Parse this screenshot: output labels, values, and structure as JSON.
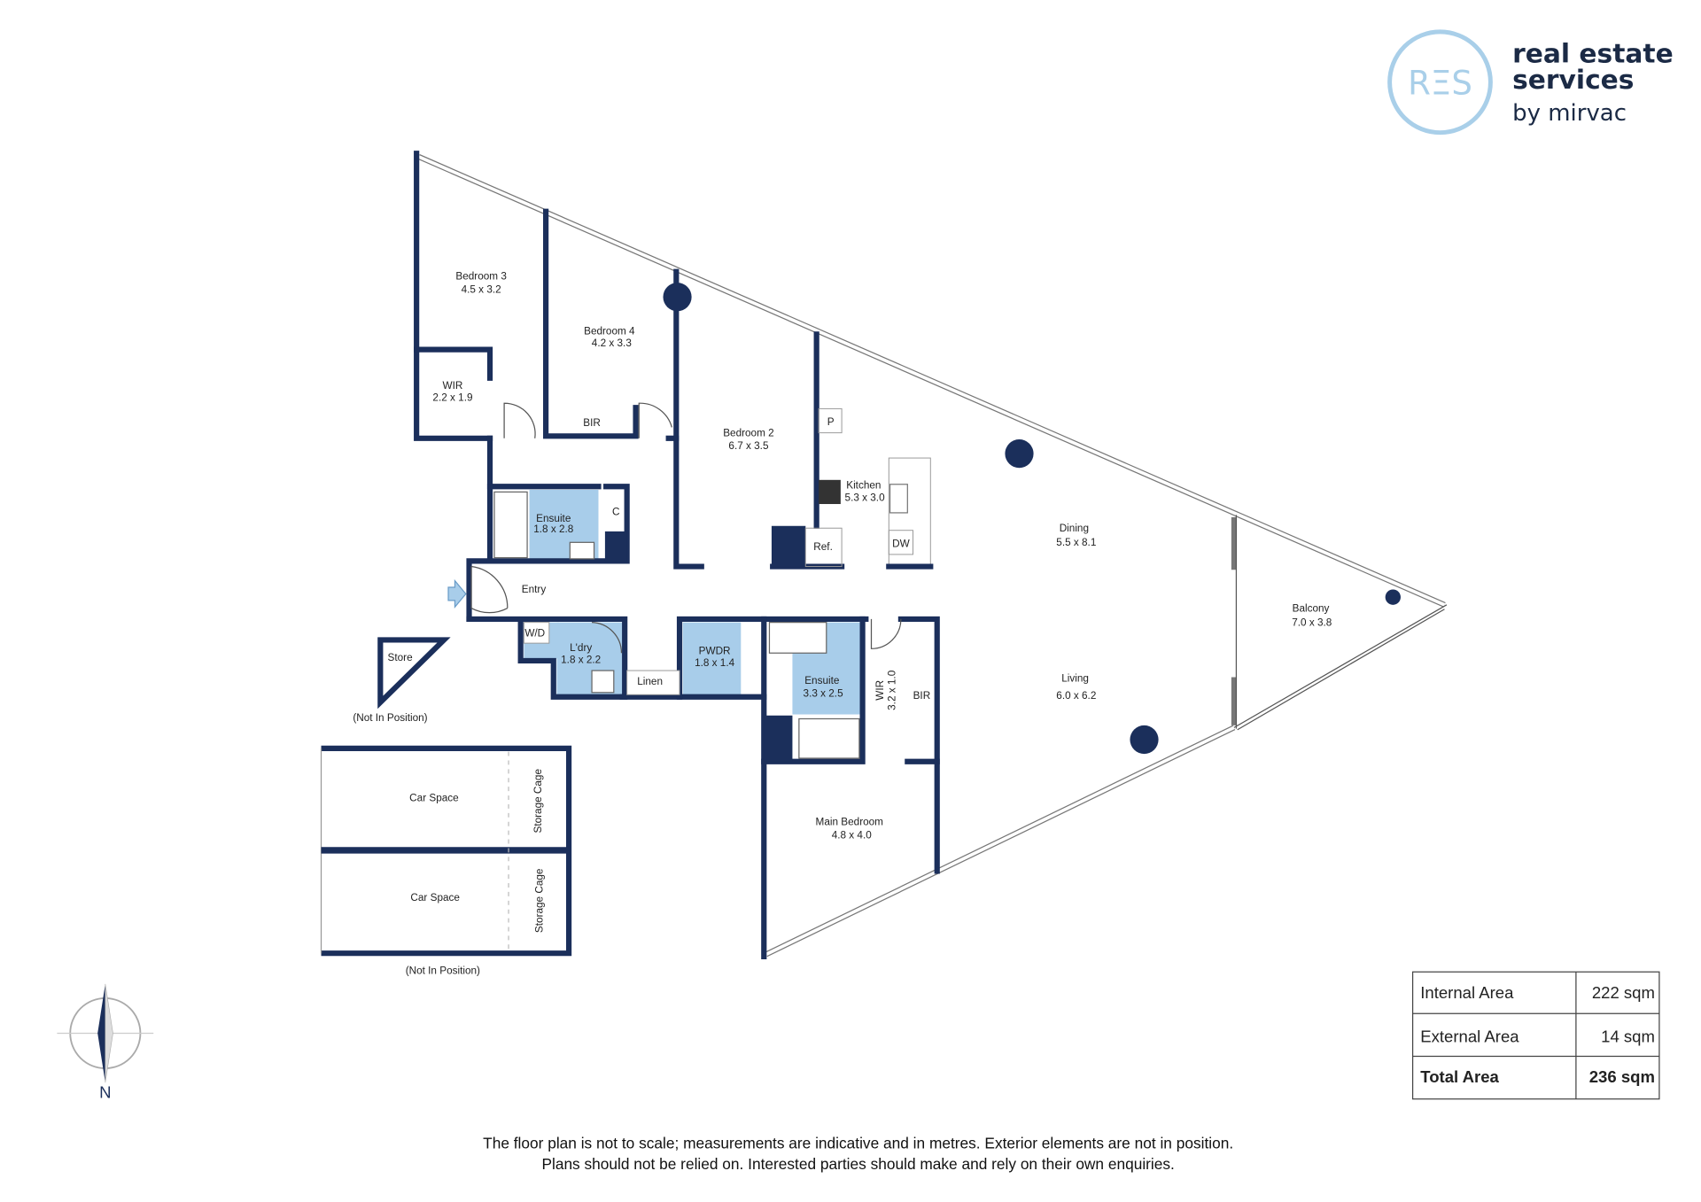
{
  "logo": {
    "mark": "RΞS",
    "line1": "real estate",
    "line2": "services",
    "line3": "by mirvac",
    "accent": "#a9cfe9",
    "text_color": "#1b2a45"
  },
  "colors": {
    "wall": "#1b2f5b",
    "wet_area": "#a8cdea"
  },
  "rooms": [
    {
      "name": "Bedroom 3",
      "dims": "4.5 x 3.2"
    },
    {
      "name": "WIR",
      "dims": "2.2 x 1.9"
    },
    {
      "name": "Bedroom 4",
      "dims": "4.2 x 3.3"
    },
    {
      "name": "Bedroom 2",
      "dims": "6.7 x 3.5"
    },
    {
      "name": "Kitchen",
      "dims": "5.3 x 3.0"
    },
    {
      "name": "Dining",
      "dims": "5.5 x 8.1"
    },
    {
      "name": "Balcony",
      "dims": "7.0 x 3.8"
    },
    {
      "name": "Ensuite",
      "dims": "1.8 x 2.8"
    },
    {
      "name": "L'dry",
      "dims": "1.8 x 2.2"
    },
    {
      "name": "PWDR",
      "dims": "1.8 x 1.4"
    },
    {
      "name": "Ensuite",
      "dims": "3.3 x 2.5"
    },
    {
      "name": "WIR",
      "dims": "3.2 x 1.0"
    },
    {
      "name": "Living",
      "dims": "6.0 x 6.2"
    },
    {
      "name": "Main Bedroom",
      "dims": "4.8 x 4.0"
    }
  ],
  "fixtures": {
    "bir": "BIR",
    "p": "P",
    "c": "C",
    "ref": "Ref.",
    "dw": "DW",
    "wd": "W/D",
    "linen": "Linen",
    "entry": "Entry",
    "bir2": "BIR"
  },
  "external": {
    "store": "Store",
    "store_note": "(Not In Position)",
    "car_space_1": "Car Space",
    "car_space_2": "Car Space",
    "storage_cage_1": "Storage Cage",
    "storage_cage_2": "Storage Cage",
    "car_note": "(Not In Position)"
  },
  "compass": {
    "label": "N"
  },
  "area_table": [
    {
      "label": "Internal Area",
      "value": "222 sqm"
    },
    {
      "label": "External Area",
      "value": "14 sqm"
    },
    {
      "label": "Total Area",
      "value": "236 sqm"
    }
  ],
  "disclaimer": {
    "line1": "The floor plan is not to scale; measurements are indicative and in metres. Exterior elements are not in position.",
    "line2": "Plans should not be relied on. Interested parties should make and rely on their own enquiries."
  }
}
